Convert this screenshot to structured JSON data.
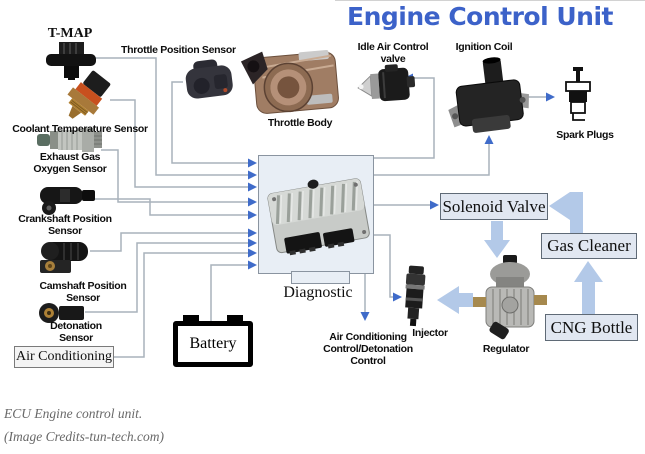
{
  "diagram": {
    "title": "Engine Control Unit",
    "labels": {
      "tmap": "T-MAP",
      "throttle_position_sensor": "Throttle Position Sensor",
      "throttle_body": "Throttle Body",
      "idle_air_control_valve": "Idle Air Control\nvalve",
      "ignition_coil": "Ignition Coil",
      "spark_plugs": "Spark Plugs",
      "coolant_temperature_sensor": "Coolant Temperature Sensor",
      "exhaust_gas_oxygen_sensor": "Exhaust Gas\nOxygen Sensor",
      "crankshaft_position_sensor": "Crankshaft Position\nSensor",
      "camshaft_position_sensor": "Camshaft Position\nSensor",
      "detonation_sensor": "Detonation\nSensor",
      "air_conditioning": "Air Conditioning",
      "battery": "Battery",
      "diagnostic": "Diagnostic",
      "solenoid_valve": "Solenoid Valve",
      "gas_cleaner": "Gas Cleaner",
      "cng_bottle": "CNG Bottle",
      "injector": "Injector",
      "regulator": "Regulator",
      "ac_detonation_control": "Air Conditioning\nControl/Detonation\nControl"
    },
    "colors": {
      "title_blue": "#3c62c9",
      "connector_line_grey": "#a9b2bc",
      "arrowhead_blue": "#3f6bc9",
      "flow_arrow_light_blue": "#b3c9e8",
      "box_fill": "#e1e7f1",
      "ecu_box_fill": "#e8eef5"
    }
  },
  "caption": {
    "line1": "ECU Engine control unit.",
    "line2": "(Image Credits-tun-tech.com)"
  }
}
